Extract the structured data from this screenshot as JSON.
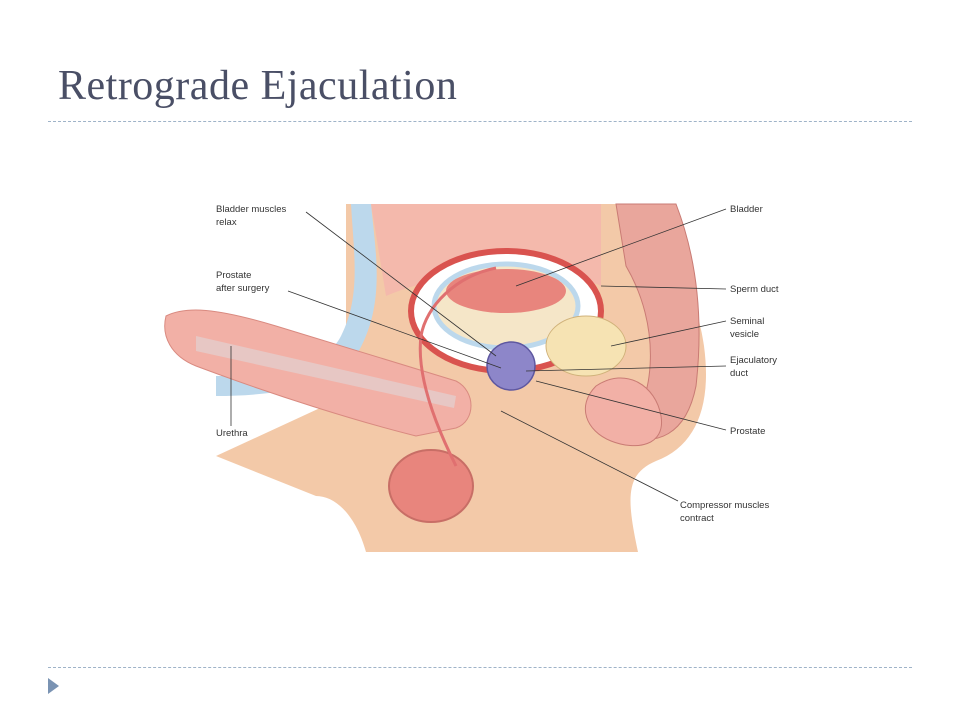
{
  "slide": {
    "title": "Retrograde Ejaculation"
  },
  "diagram": {
    "labels": {
      "bladder_muscles": [
        "Bladder muscles",
        "relax"
      ],
      "prostate_after": [
        "Prostate",
        "after surgery"
      ],
      "urethra": [
        "Urethra"
      ],
      "bladder": [
        "Bladder"
      ],
      "sperm_duct": [
        "Sperm duct"
      ],
      "seminal_vesicle": [
        "Seminal",
        "vesicle"
      ],
      "ejaculatory_duct": [
        "Ejaculatory",
        "duct"
      ],
      "prostate": [
        "Prostate"
      ],
      "compressor": [
        "Compressor muscles",
        "contract"
      ]
    }
  },
  "colors": {
    "title": "#4a4f66",
    "rule": "#9fb3c8",
    "bullet": "#7a93b3",
    "flesh": "#f3c9a8",
    "pink": "#f2b0a6",
    "red": "#d9534f",
    "blue": "#bcd8ec",
    "yellow": "#f6e3b3",
    "purple": "#8d86c9"
  }
}
